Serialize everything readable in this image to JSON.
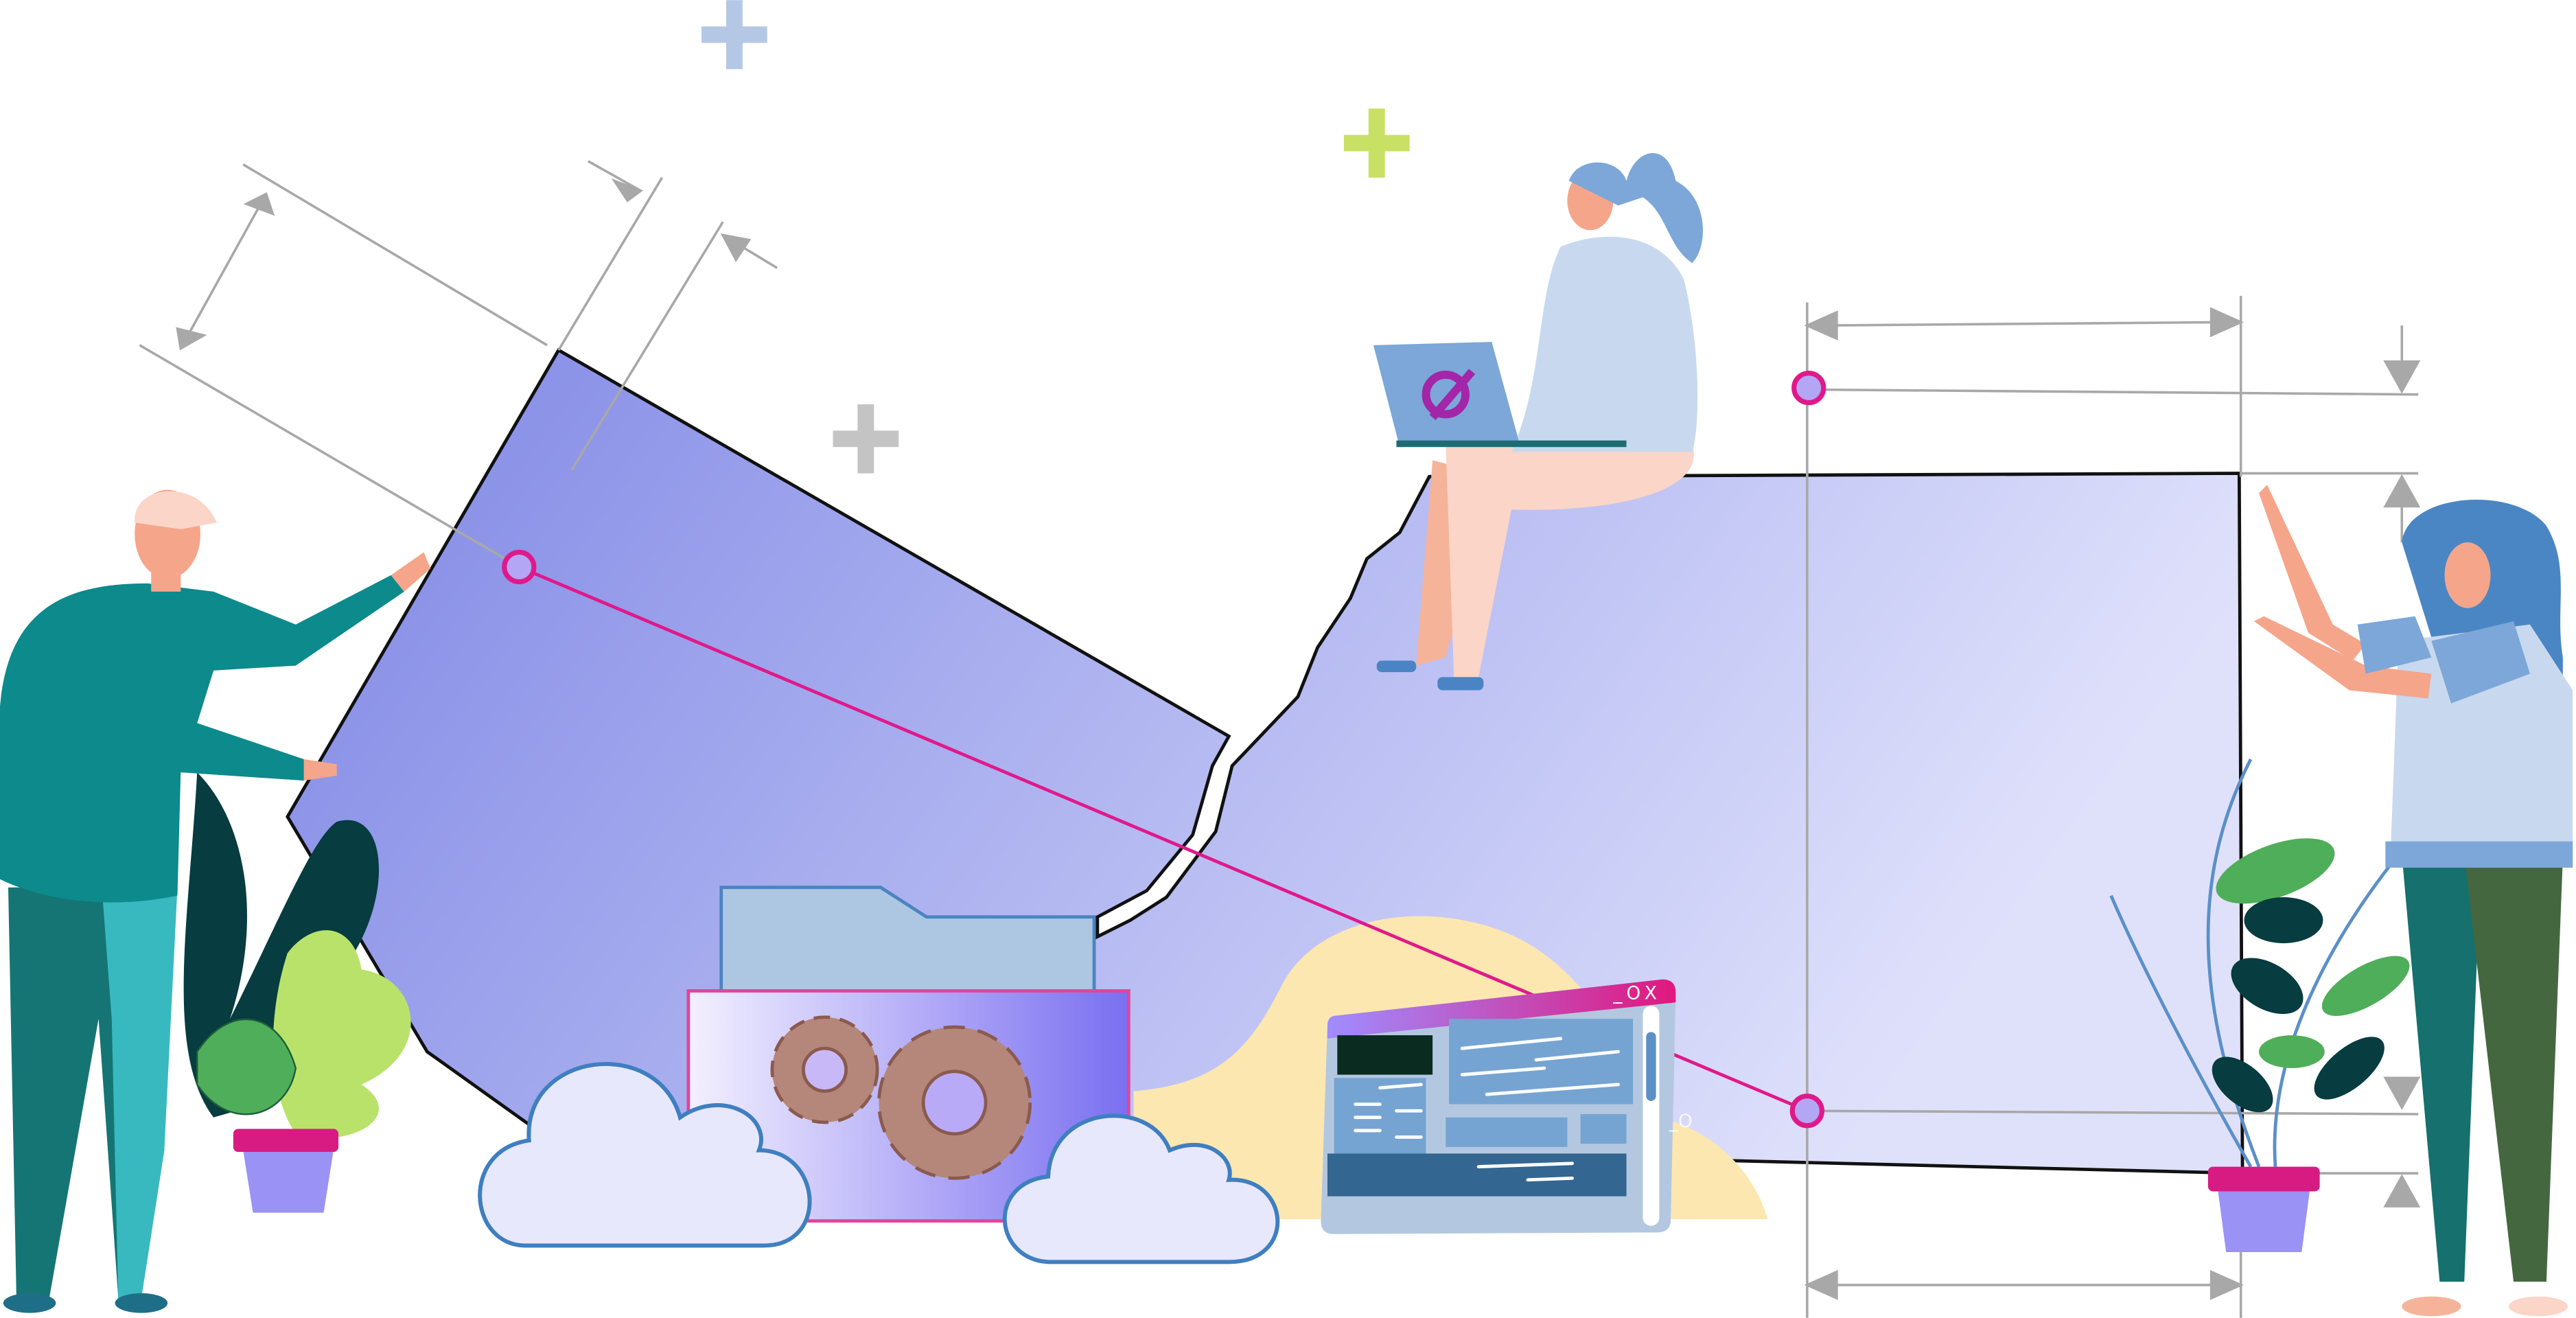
{
  "illustration": {
    "window_controls": {
      "minimize": "_",
      "maximize": "O",
      "close": "X"
    },
    "ghost_controls": "_O",
    "colors": {
      "panel_gradient_start": "#8088e6",
      "panel_gradient_end": "#dcdffb",
      "measure_line": "#e0198a",
      "dimension_line": "#a8a8a8",
      "sand": "#fde7b0",
      "window_header_start": "#a08cff",
      "window_header_end": "#e0187e"
    },
    "icons": [
      "plus-icon",
      "gear-icon",
      "folder-icon",
      "cloud-icon",
      "laptop-icon",
      "plant-icon"
    ]
  }
}
